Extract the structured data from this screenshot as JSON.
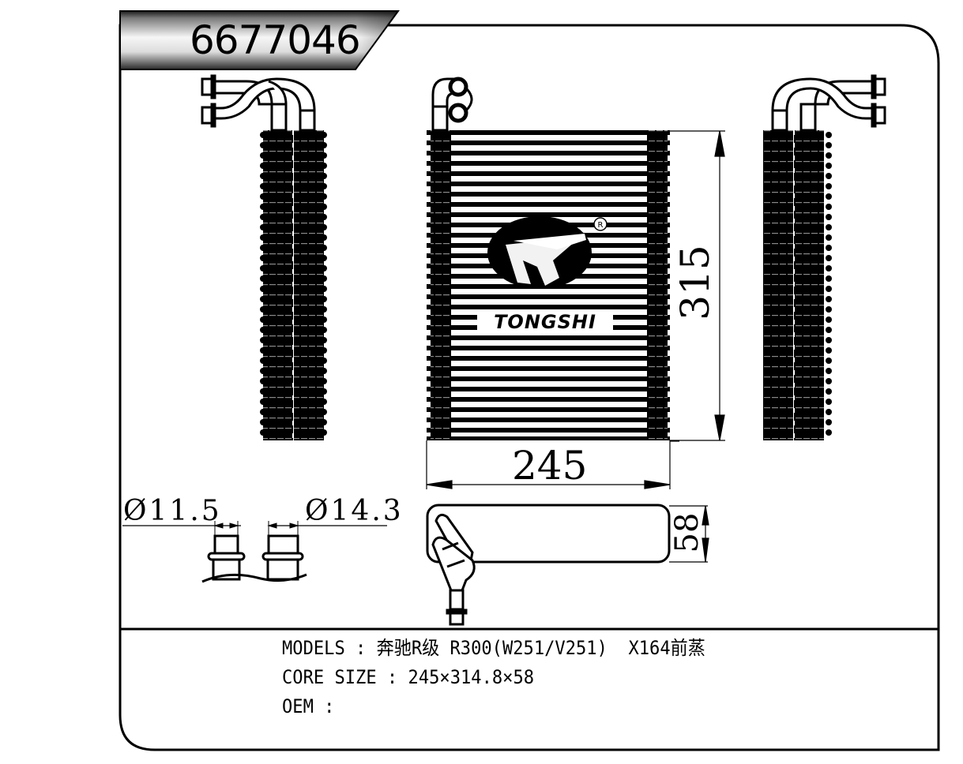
{
  "drawing": {
    "part_number": "6677046",
    "brand_logo": {
      "name": "TONGSHI",
      "registered_mark": "R"
    },
    "dimensions": {
      "width": "245",
      "height": "315",
      "depth": "58",
      "pipe_diameter_small": "Ø11.5",
      "pipe_diameter_large": "Ø14.3"
    },
    "views": [
      "left-side-view",
      "front-view",
      "right-side-view",
      "top-view",
      "pipe-fitting-detail"
    ]
  },
  "specs": {
    "models_label": "MODELS",
    "models_value": "奔驰R级 R300(W251/V251)  X164前蒸",
    "core_size_label": "CORE SIZE",
    "core_size_value": "245×314.8×58",
    "oem_label": "OEM",
    "oem_value": "",
    "separator": " : "
  },
  "colors": {
    "line": "#000000",
    "background": "#ffffff",
    "tab_gradient_light": "#f4f4f4",
    "tab_gradient_dark": "#2a2a2a"
  }
}
